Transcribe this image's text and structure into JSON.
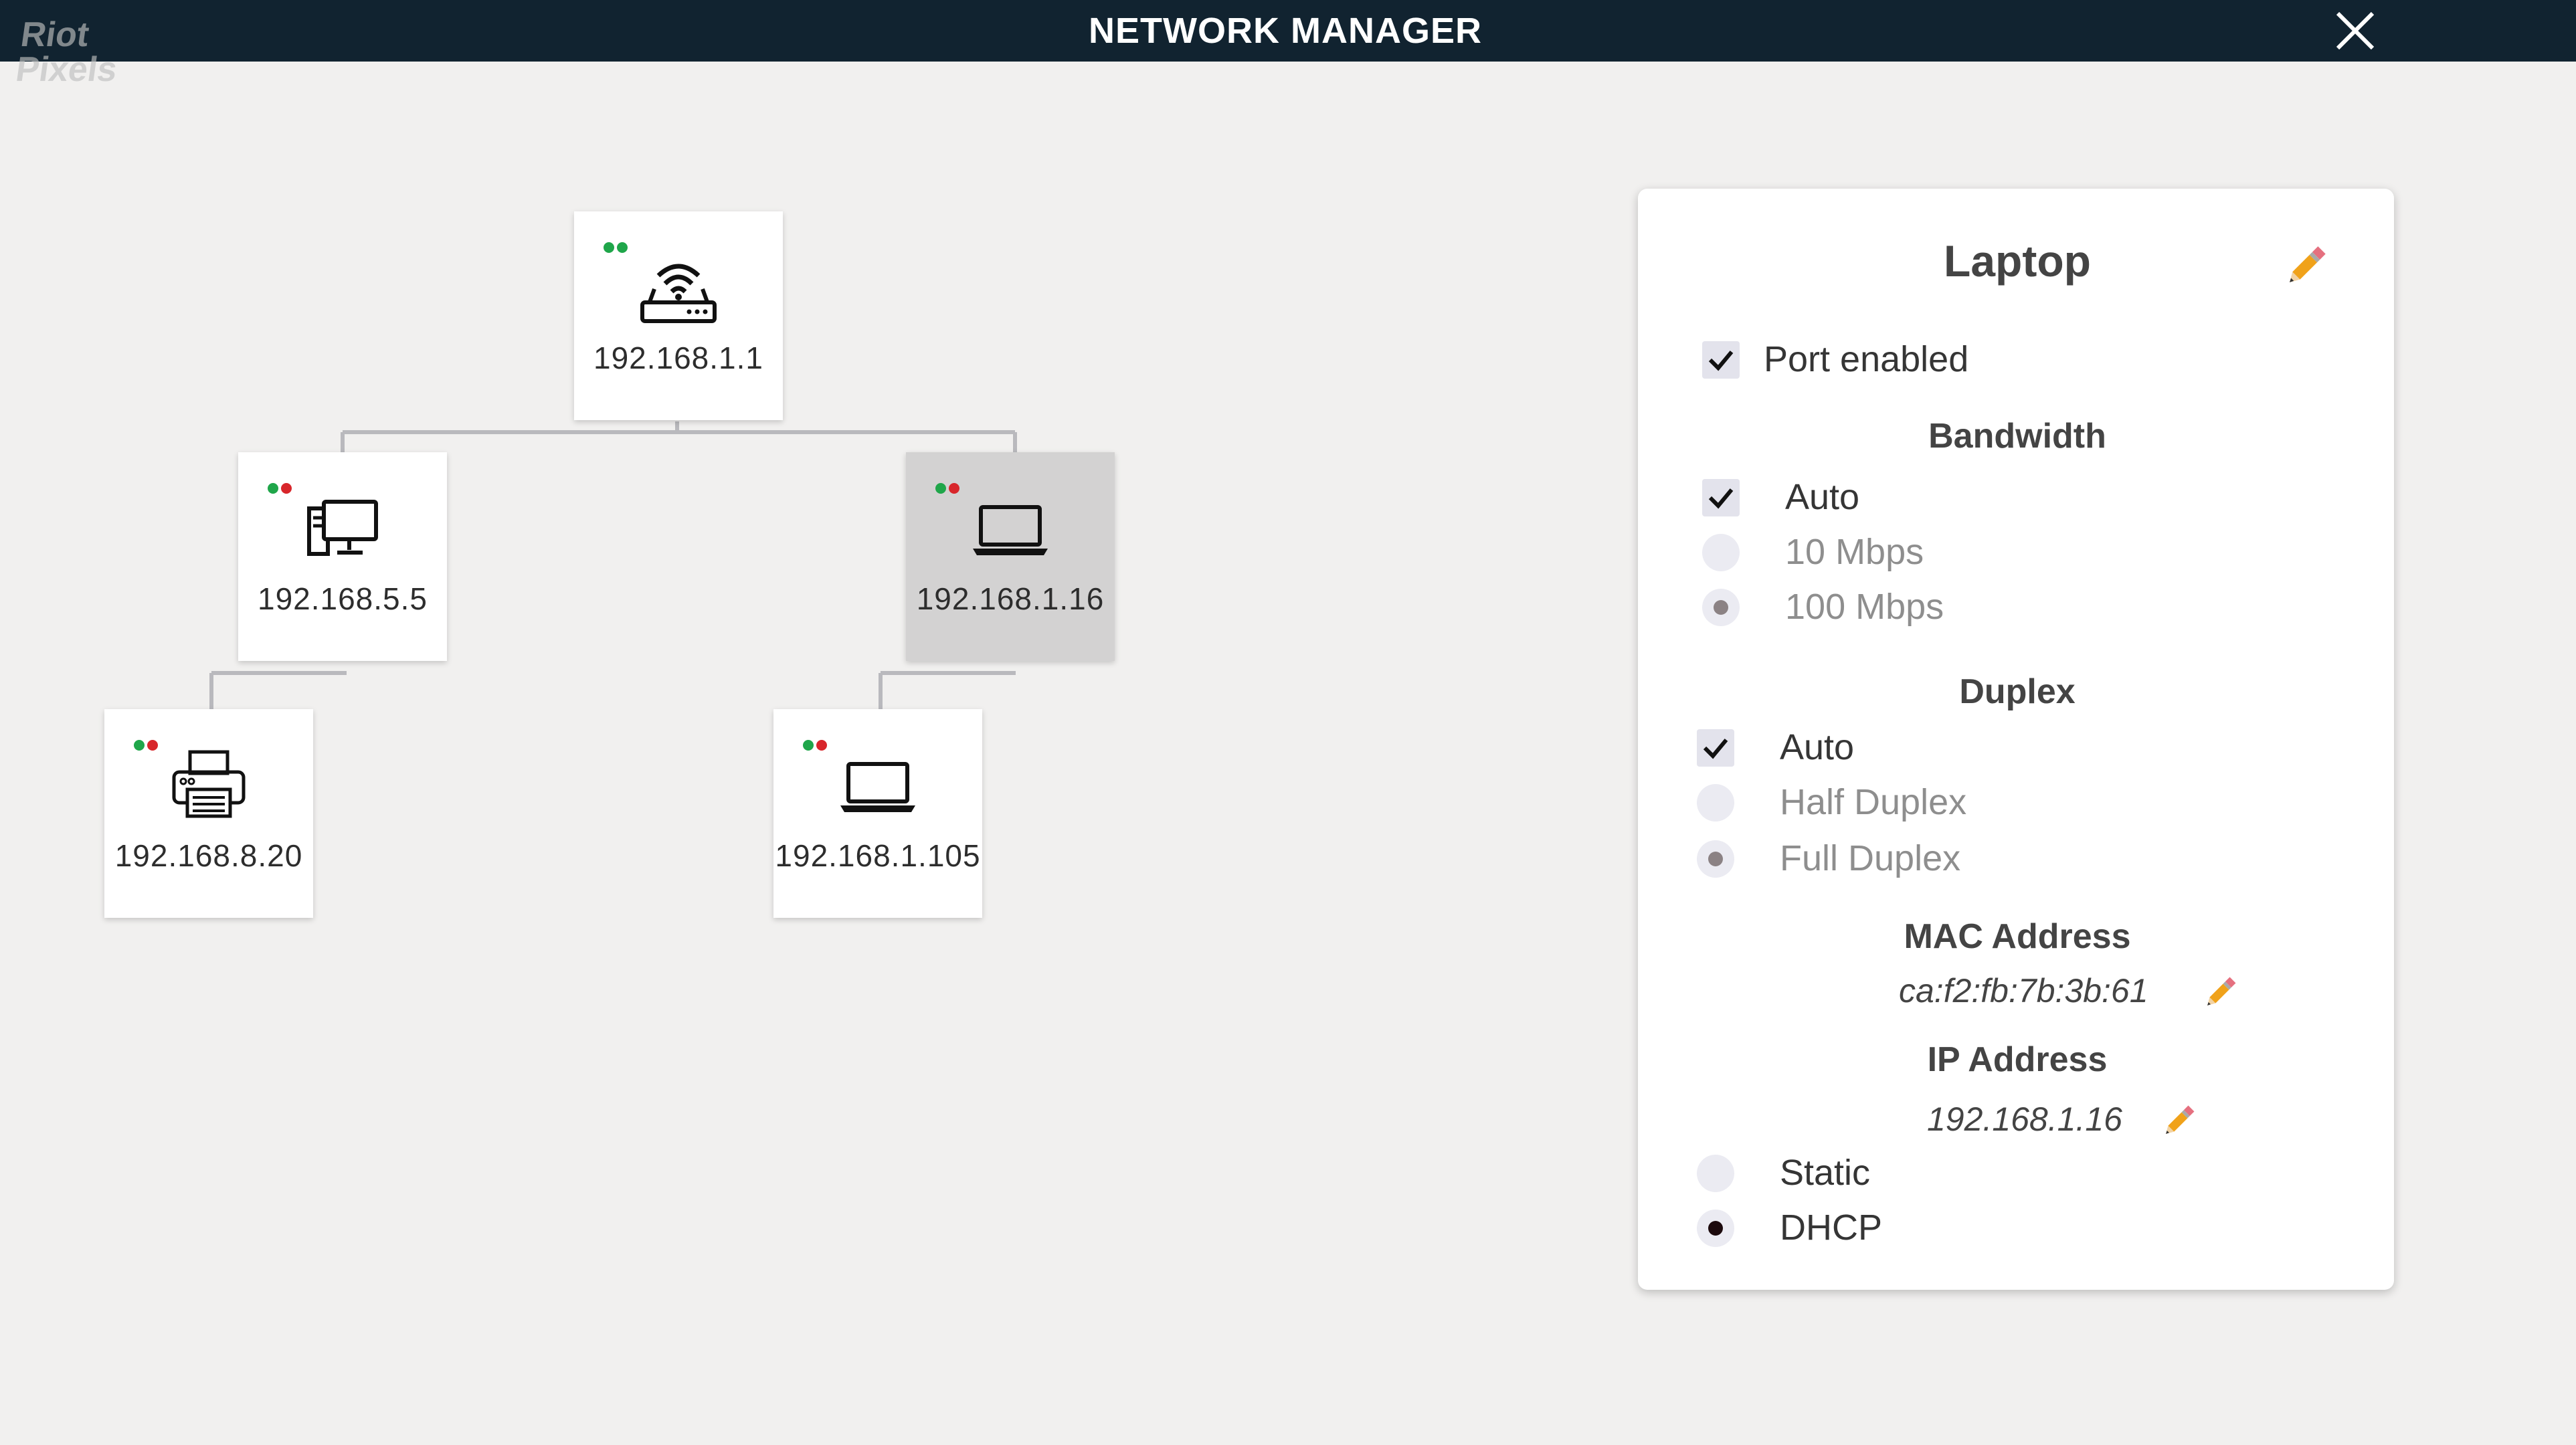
{
  "window": {
    "title": "NETWORK MANAGER",
    "close_icon": "close-icon"
  },
  "watermark": {
    "line1": "Riot",
    "line2": "Pixels"
  },
  "colors": {
    "titlebar": "#112330",
    "led_green": "#1fa64a",
    "led_red": "#d8262b",
    "selected_node": "#d3d2d2",
    "pencil": "#f0a21a"
  },
  "devices": [
    {
      "id": "router",
      "ip": "192.168.1.1",
      "icon": "router-icon",
      "leds": [
        "green",
        "green"
      ],
      "selected": false
    },
    {
      "id": "desktop",
      "ip": "192.168.5.5",
      "icon": "desktop-icon",
      "leds": [
        "green",
        "red"
      ],
      "selected": false
    },
    {
      "id": "laptop-main",
      "ip": "192.168.1.16",
      "icon": "laptop-icon",
      "leds": [
        "green",
        "red"
      ],
      "selected": true
    },
    {
      "id": "printer",
      "ip": "192.168.8.20",
      "icon": "printer-icon",
      "leds": [
        "green",
        "red"
      ],
      "selected": false
    },
    {
      "id": "laptop-2",
      "ip": "192.168.1.105",
      "icon": "laptop-icon",
      "leds": [
        "green",
        "red"
      ],
      "selected": false
    }
  ],
  "panel": {
    "title": "Laptop",
    "port_enabled": {
      "label": "Port enabled",
      "checked": true
    },
    "bandwidth": {
      "heading": "Bandwidth",
      "auto": {
        "label": "Auto",
        "checked": true
      },
      "options": [
        {
          "label": "10 Mbps",
          "selected": false
        },
        {
          "label": "100 Mbps",
          "selected": true
        }
      ]
    },
    "duplex": {
      "heading": "Duplex",
      "auto": {
        "label": "Auto",
        "checked": true
      },
      "options": [
        {
          "label": "Half Duplex",
          "selected": false
        },
        {
          "label": "Full Duplex",
          "selected": true
        }
      ]
    },
    "mac": {
      "heading": "MAC Address",
      "value": "ca:f2:fb:7b:3b:61"
    },
    "ip": {
      "heading": "IP Address",
      "value": "192.168.1.16",
      "modes": [
        {
          "label": "Static",
          "selected": false
        },
        {
          "label": "DHCP",
          "selected": true
        }
      ]
    }
  }
}
